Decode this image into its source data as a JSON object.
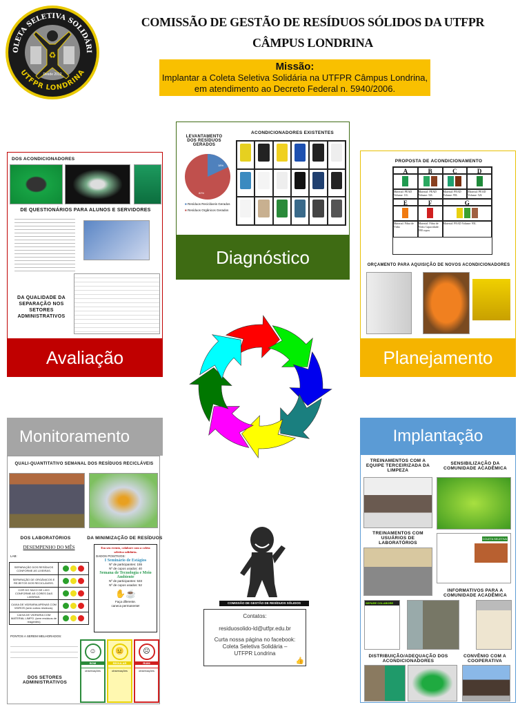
{
  "logo": {
    "text_top": "COLETA SELETIVA SOLIDÁRIA",
    "text_bottom": "UTFPR LONDRINA",
    "since": "Desde 2012"
  },
  "header": {
    "title_line1": "COMISSÃO DE GESTÃO DE RESÍDUOS SÓLIDOS DA UTFPR",
    "title_line2": "CÂMPUS LONDRINA"
  },
  "mission": {
    "label": "Missão:",
    "text": "Implantar a Coleta Seletiva Solidária na UTFPR Câmpus Londrina, em atendimento ao Decreto Federal n. 5940/2006."
  },
  "colors": {
    "diagnostico": "#3e6b13",
    "avaliacao": "#c00000",
    "planejamento": "#f5b400",
    "monitoramento": "#a5a5a5",
    "implantacao": "#5b9bd5",
    "mission": "#f9c000"
  },
  "diagnostico": {
    "label": "Diagnóstico",
    "survey_title": "LEVANTAMENTO DOS RESÍDUOS GERADOS",
    "pie": [
      {
        "label": "Resíduos Recicláveis Gerados",
        "percent": 18,
        "color": "#4f81bd"
      },
      {
        "label": "Resíduos Orgânicos Gerados",
        "percent": 82,
        "color": "#c0504d"
      }
    ],
    "existing_title": "ACONDICIONADORES EXISTENTES"
  },
  "avaliacao": {
    "label": "Avaliação",
    "h1": "DOS ACONDICIONADORES",
    "h2": "DE QUESTIONÁRIOS PARA ALUNOS E SERVIDORES",
    "h3": "DA QUALIDADE DA SEPARAÇÃO NOS SETORES ADMINISTRATIVOS"
  },
  "planejamento": {
    "label": "Planejamento",
    "proposal_title": "PROPOSTA DE ACONDICIONAMENTO",
    "options": [
      {
        "letter": "A",
        "desc": "Material: PEAD Volume: 11L"
      },
      {
        "letter": "B",
        "desc": "Material: PEAD Volume: 52L"
      },
      {
        "letter": "C",
        "desc": "Material: PEAD Volume: 95L"
      },
      {
        "letter": "D",
        "desc": "Material: PEAD Volume: 52L"
      },
      {
        "letter": "E",
        "desc": "Material: Fibra de Vidro"
      },
      {
        "letter": "F",
        "desc": "Material: Fibra de Vidro Capacidade: 590 copos"
      },
      {
        "letter": "G",
        "desc": "Material: PEAD Volume: 95L"
      }
    ],
    "budget_title": "ORÇAMENTO PARA AQUISIÇÃO DE NOVOS ACONDICIONADORES"
  },
  "monitoramento": {
    "label": "Monitoramento",
    "h1": "QUALI-QUANTITATIVO SEMANAL DOS RESÍDUOS RECICLÁVEIS",
    "h2": "DOS LABORATÓRIOS",
    "h3": "DA MINIMIZAÇÃO DE RESÍDUOS",
    "perf_title": "DESEMPENHO DO MÊS",
    "lab": "LAB:",
    "criteria": [
      "SEPARAÇÃO DOS RESÍDUOS CONFORME AS LIXEIRAS.",
      "SEPARAÇÃO DE ORGÂNICOS E REJEITOS DOS RECICLÁVEIS.",
      "COR DO SACO DE LIXO CONFORME AS CORES DAS LIXEIRAS.",
      "CAIXA DE VIDRARIA APENAS COM VIDROS (sem outros resíduos).",
      "CAIXA DE VIDRARIA COM MATERIAL LIMPO. (sem resíduos de reagentes)"
    ],
    "min": {
      "slogan": "Em seu evento, colabore com a coleta seletiva solidária.",
      "positive": "DADOS POSITIVOS:",
      "ev1": "I Seminário de Estágios",
      "ev1_p": "Nº de participantes: 155",
      "ev1_c": "Nº de copos usados: 40",
      "ev2": "Semana de Tecnologia e Meio Ambiente",
      "ev2_p": "Nº de participantes: 533",
      "ev2_c": "Nº de copos usados: 52",
      "cta1": "Faça diferente.",
      "cta2": "caneca permanente!"
    },
    "improve": "PONTOS A SEREM MELHORADOS:",
    "h4": "DOS SETORES ADMINISTRATIVOS",
    "ratings": [
      "BOM",
      "REGULAR",
      "RUIM"
    ],
    "obs": "observações"
  },
  "implantacao": {
    "label": "Implantação",
    "t1": "TREINAMENTOS COM A EQUIPE TERCEIRIZADA DA LIMPEZA",
    "t2": "SENSIBILIZAÇÃO DA COMUNIDADE ACADÊMICA",
    "t3": "TREINAMENTOS COM USUÁRIOS DE LABORATÓRIOS",
    "t4": "INFORMATIVOS PARA A COMUNIDADE ACADÊMICA",
    "t5": "DISTRIBUIÇÃO/ADEQUAÇÃO DOS ACONDICIONADORES",
    "t6": "CONVÊNIO COM A COOPERATIVA",
    "poster": "SEPARE COLABORE",
    "poster2": "COLETA SELETIVA"
  },
  "contact": {
    "banner": "COMISSÃO DE GESTÃO DE RESÍDUOS SÓLIDOS",
    "title": "Contatos:",
    "email": "residuosolido-ld@utfpr.edu.br",
    "facebook": "Curta nossa página no facebook: Coleta Seletiva Solidária – UTFPR Londrina"
  },
  "cycle": {
    "colors": [
      "#ff0000",
      "#00ee00",
      "#0000ee",
      "#1a7f7f",
      "#ffff00",
      "#ff00ff",
      "#007700",
      "#00ffff"
    ]
  }
}
